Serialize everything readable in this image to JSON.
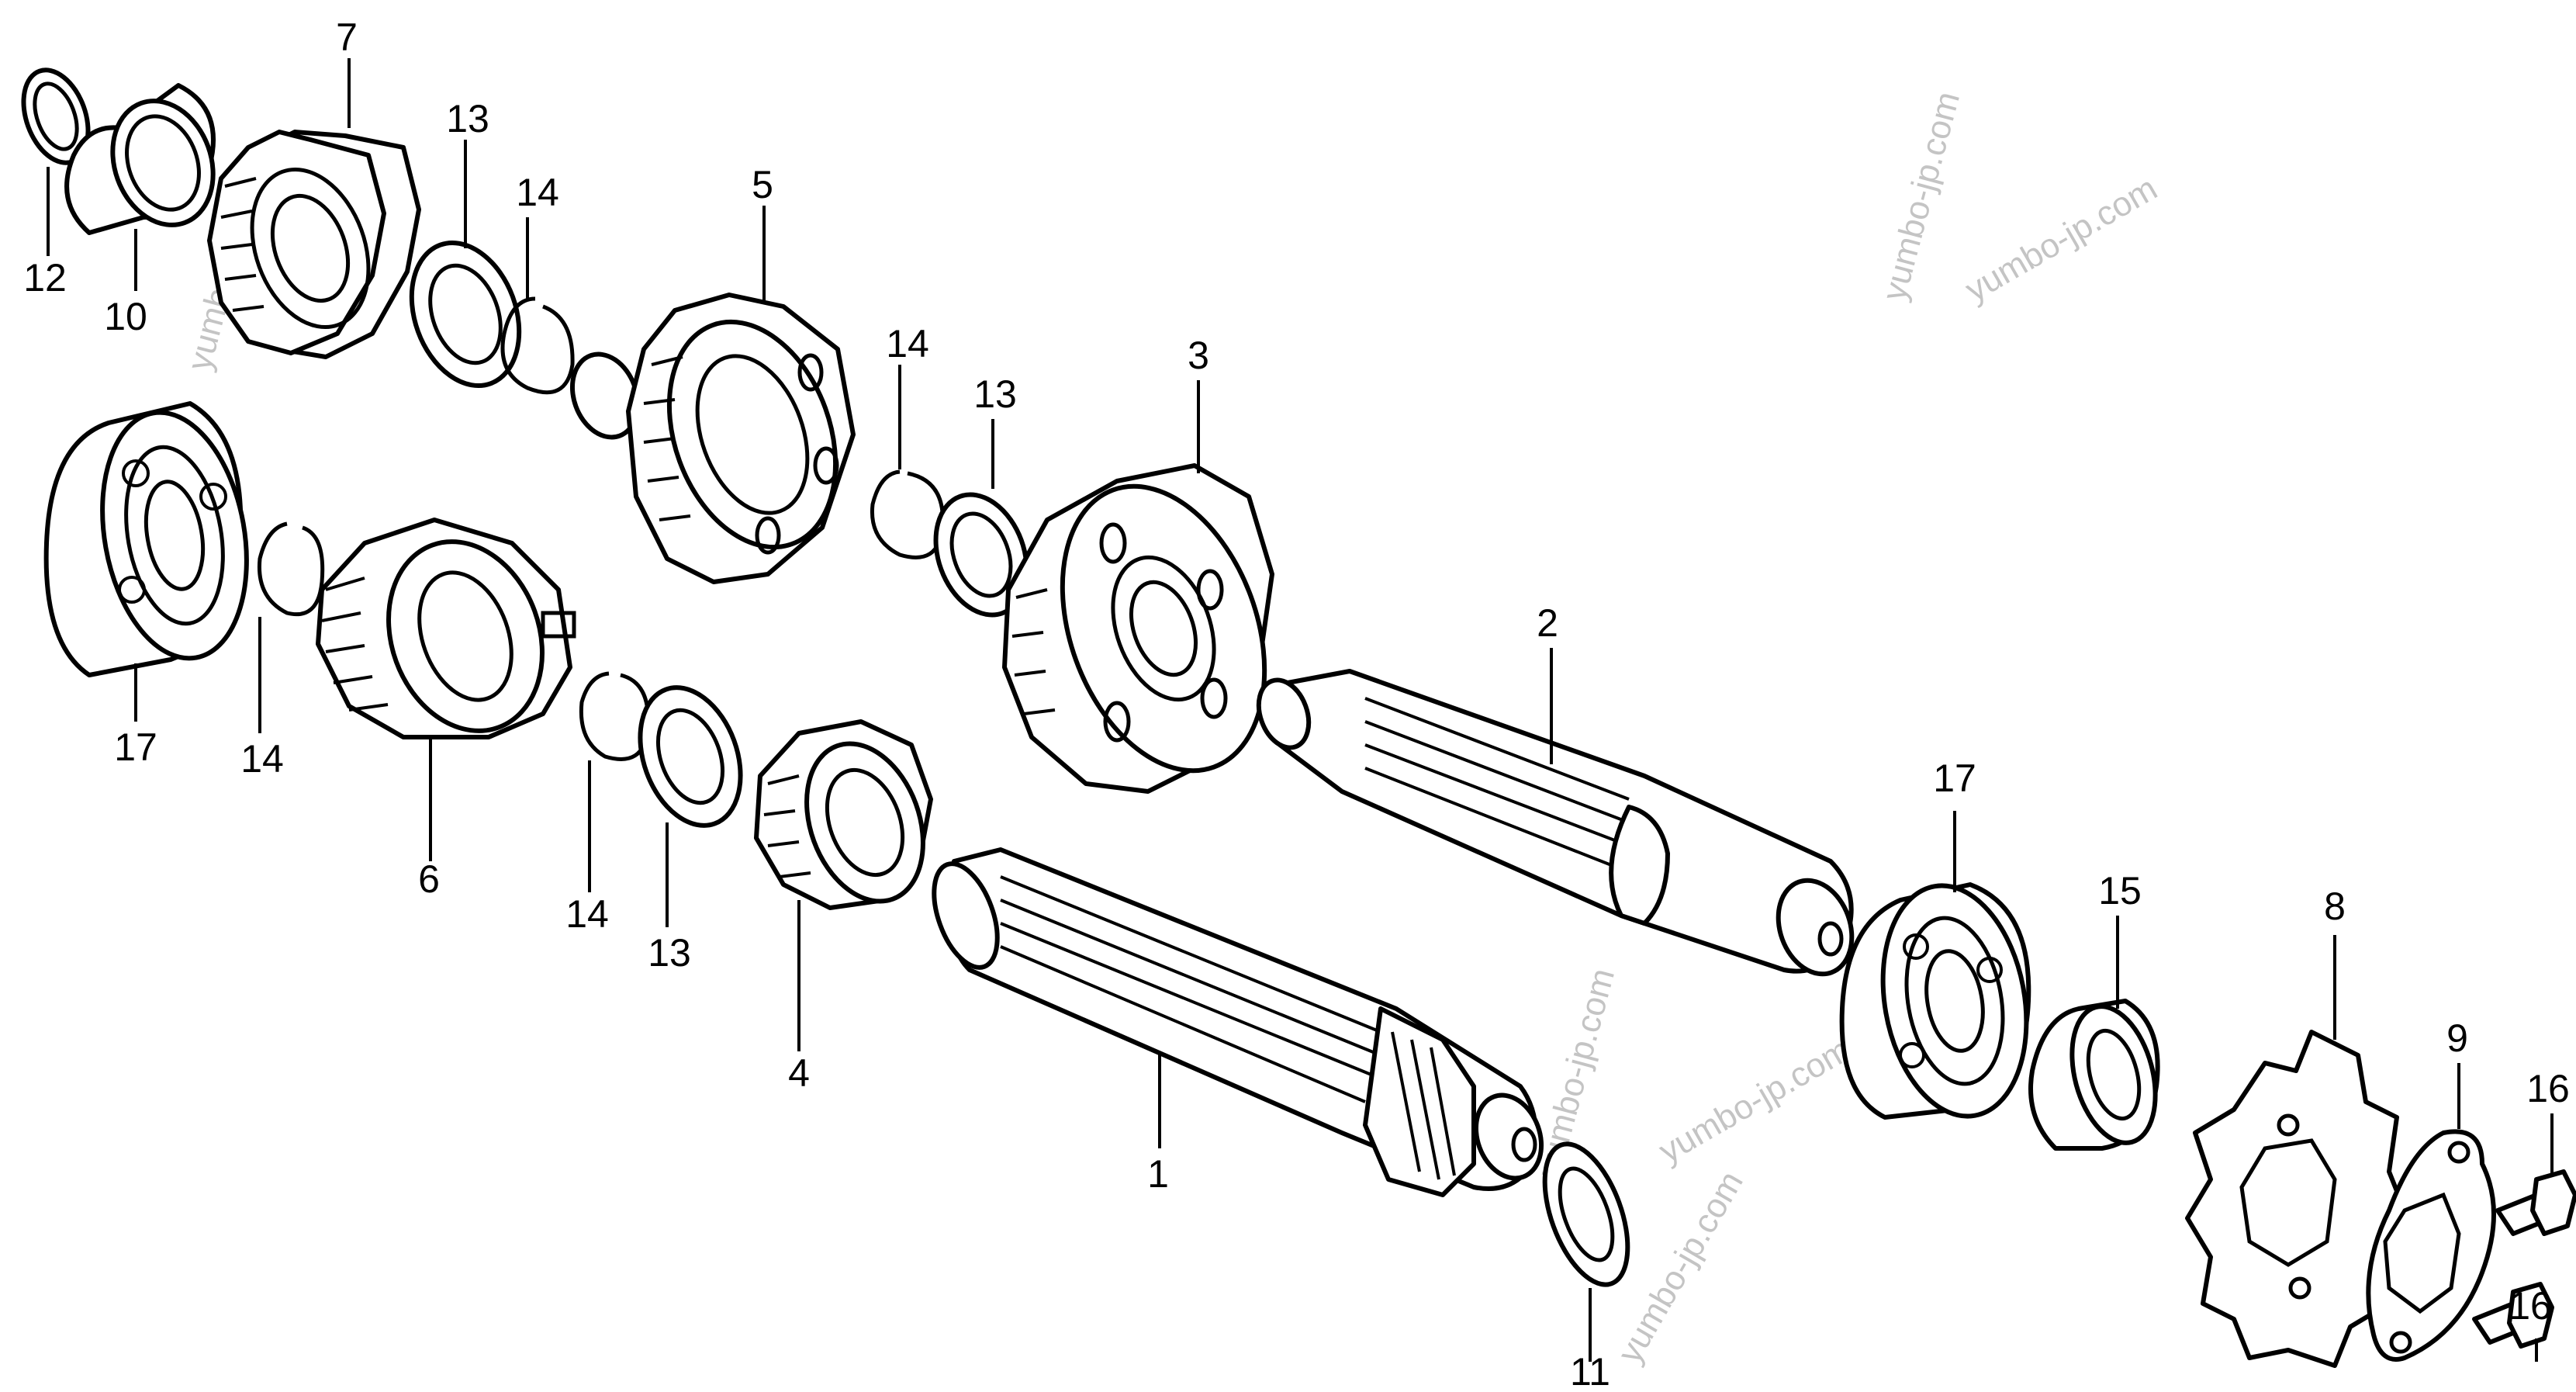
{
  "watermark": "yumbo-jp.com",
  "callouts": {
    "c1": "1",
    "c2": "2",
    "c3": "3",
    "c4": "4",
    "c5": "5",
    "c6": "6",
    "c7": "7",
    "c8": "8",
    "c9": "9",
    "c10": "10",
    "c11": "11",
    "c12": "12",
    "c13a": "13",
    "c13b": "13",
    "c13c": "13",
    "c14a": "14",
    "c14b": "14",
    "c14c": "14",
    "c14d": "14",
    "c15": "15",
    "c16a": "16",
    "c16b": "16",
    "c17a": "17",
    "c17b": "17"
  },
  "colors": {
    "line": "#000000",
    "background": "#ffffff",
    "watermark": "#c4c4c4"
  }
}
